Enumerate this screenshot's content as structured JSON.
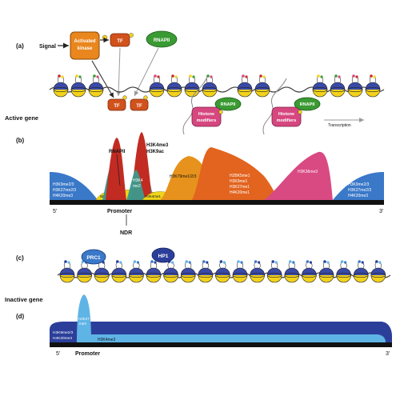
{
  "panels": {
    "a": "(a)",
    "b": "(b)",
    "c": "(c)",
    "d": "(d)"
  },
  "active_gene": {
    "title": "Active gene",
    "signal": "Signal",
    "kinase": [
      "Activated",
      "kinase"
    ],
    "tf": "TF",
    "rnapii": "RNAPII",
    "histone_modifiers": [
      "Histone",
      "modifiers"
    ],
    "transcription": "Transcription",
    "peaks": {
      "rnapii": "RNAPII",
      "h3k4me3": "H3K4me3",
      "h3k9ac": "H3K9ac",
      "h3k4me2": [
        "H3K4",
        "me2"
      ],
      "h3k4me1": "H3K4me1",
      "acetylation": "acetylation",
      "h3k79": "H3K79me1/2/3",
      "mid_marks": [
        "H2BK5me1",
        "H3K9me1",
        "H3K27me1",
        "H4K20me1"
      ],
      "h3k36me3": "H3K36me3",
      "repressive_left": [
        "H3K9me2/3",
        "H3K27me2/3",
        "H4K20me3"
      ],
      "repressive_right": [
        "H3K9me2/3",
        "H3K27me2/3",
        "H4K20me3"
      ]
    },
    "five_prime": "5'",
    "three_prime": "3'",
    "promoter": "Promoter",
    "ndr": "NDR"
  },
  "inactive_gene": {
    "title": "Inactive gene",
    "prc1": "PRC1",
    "hp1": "HP1",
    "h3k27me3_peak": [
      "H3K27",
      "me3"
    ],
    "left_marks": [
      "H3K9me2/3",
      "H4K20me3"
    ],
    "h3k4me3": "H3K4me3",
    "five_prime": "5'",
    "three_prime": "3'",
    "promoter": "Promoter"
  },
  "colors": {
    "nucleosome_top": "#3a4aa8",
    "nucleosome_bottom": "#f3d21c",
    "kinase": "#e9861d",
    "tf": "#d2521c",
    "rnapii": "#3a9a33",
    "histone_modifier": "#d6477f",
    "blue_mark": "#3a78c8",
    "dark_blue": "#2b3f9a",
    "light_blue": "#5fb4e6",
    "red_peak": "#c22b22",
    "teal_peak": "#3c9a8c",
    "yellow_peak": "#efd51b",
    "orange_peak": "#e6921c",
    "orange_red_peak": "#e2641f",
    "pink_peak": "#d94a82"
  }
}
